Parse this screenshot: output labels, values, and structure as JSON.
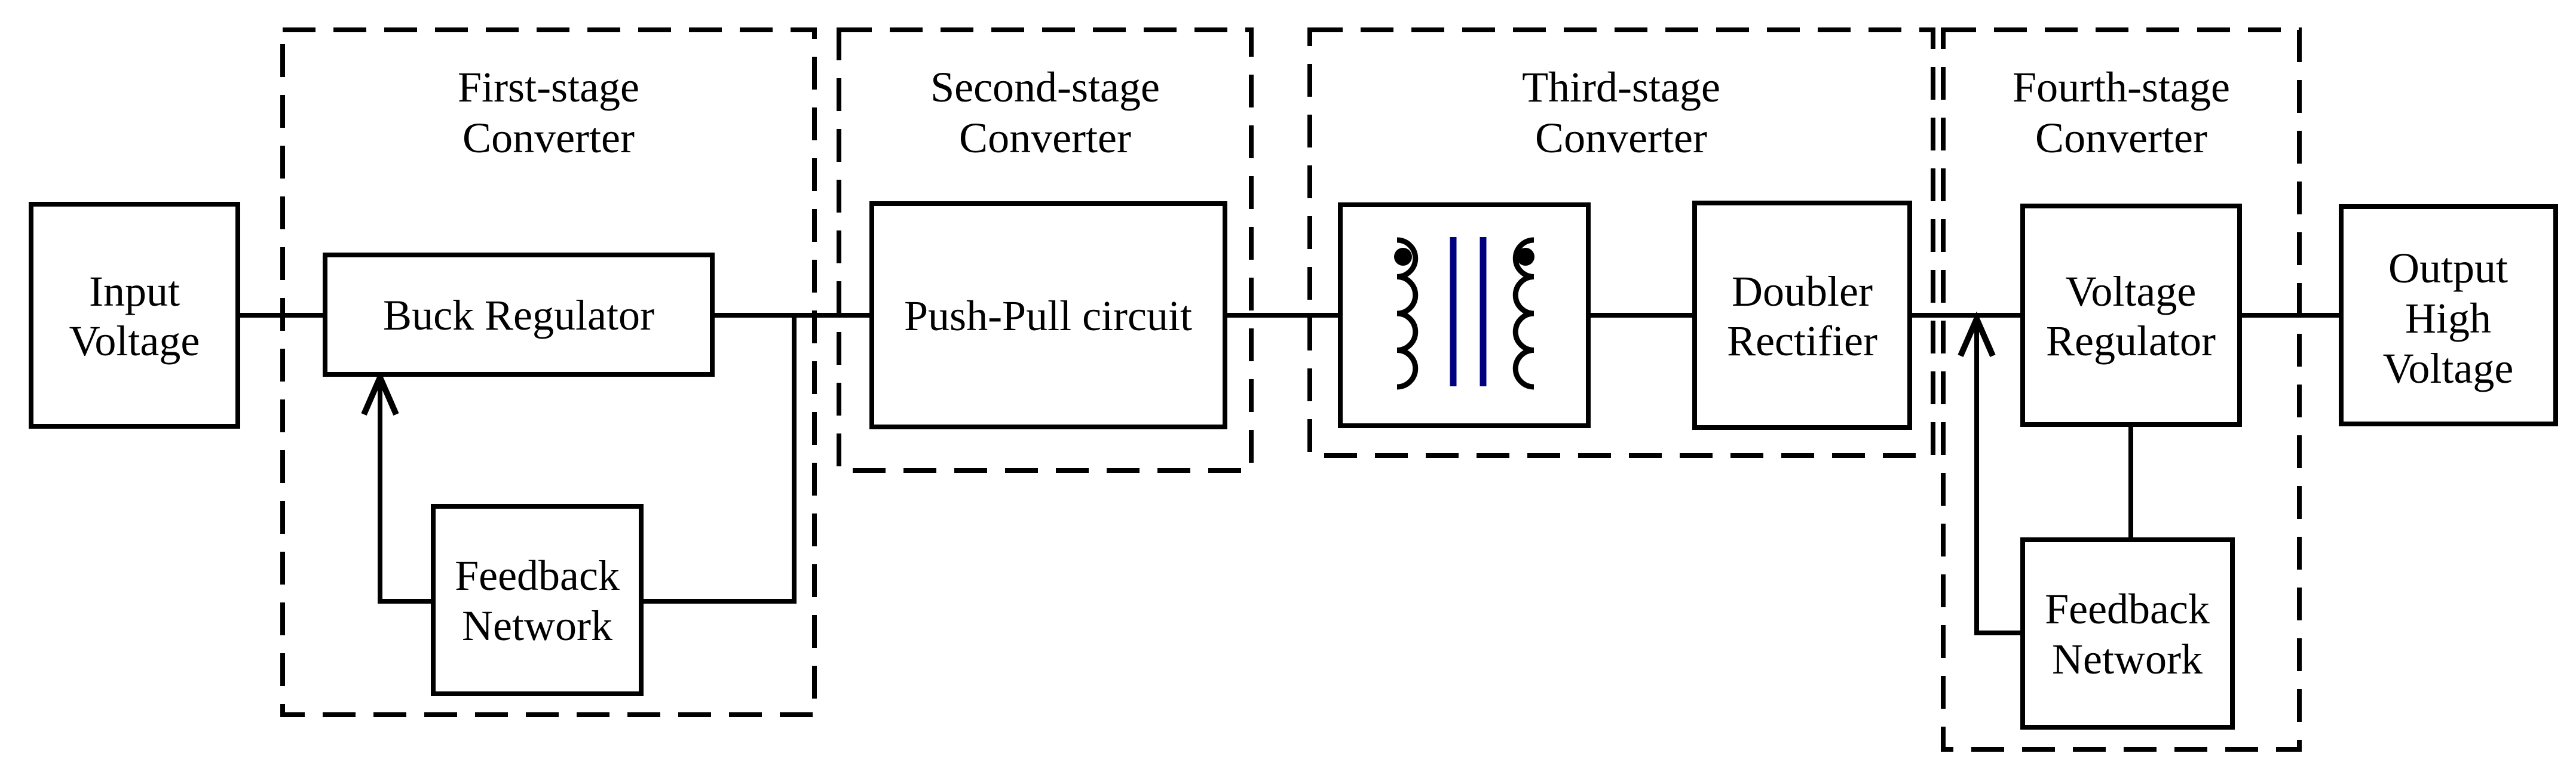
{
  "colors": {
    "background": "#ffffff",
    "line": "#000000",
    "transformer_core": "#000080"
  },
  "stages": {
    "first": {
      "title_lines": [
        "First-stage",
        "Converter"
      ]
    },
    "second": {
      "title_lines": [
        "Second-stage",
        "Converter"
      ]
    },
    "third": {
      "title_lines": [
        "Third-stage",
        "Converter"
      ]
    },
    "fourth": {
      "title_lines": [
        "Fourth-stage",
        "Converter"
      ]
    }
  },
  "blocks": {
    "input_voltage": {
      "label_lines": [
        "Input",
        "Voltage"
      ]
    },
    "buck_regulator": {
      "label_lines": [
        "Buck Regulator"
      ]
    },
    "feedback_network_1": {
      "label_lines": [
        "Feedback",
        "Network"
      ]
    },
    "push_pull": {
      "label_lines": [
        "Push-Pull circuit"
      ]
    },
    "transformer": {
      "icon": "transformer-icon"
    },
    "doubler_rectifier": {
      "label_lines": [
        "Doubler",
        "Rectifier"
      ]
    },
    "voltage_regulator": {
      "label_lines": [
        "Voltage",
        "Regulator"
      ]
    },
    "feedback_network_4": {
      "label_lines": [
        "Feedback",
        "Network"
      ]
    },
    "output_high_voltage": {
      "label_lines": [
        "Output",
        "High",
        "Voltage"
      ]
    }
  }
}
